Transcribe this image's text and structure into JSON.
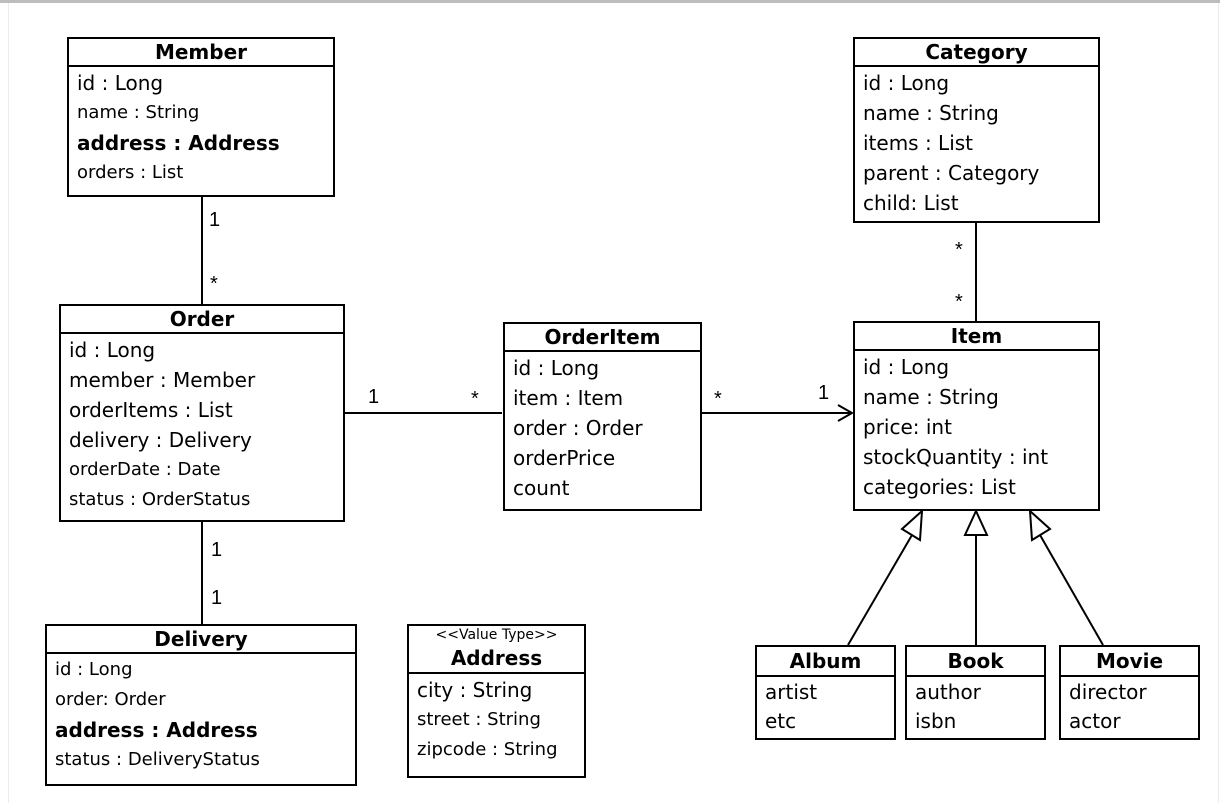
{
  "classes": {
    "member": {
      "name": "Member",
      "attributes": [
        "id : Long",
        "name : String",
        "address : Address",
        "orders : List"
      ]
    },
    "order": {
      "name": "Order",
      "attributes": [
        "id : Long",
        "member : Member",
        "orderItems : List",
        "delivery : Delivery",
        "orderDate : Date",
        "status : OrderStatus"
      ]
    },
    "delivery": {
      "name": "Delivery",
      "attributes": [
        "id : Long",
        "order: Order",
        "address : Address",
        "status : DeliveryStatus"
      ]
    },
    "address": {
      "stereotype": "<<Value Type>>",
      "name": "Address",
      "attributes": [
        "city : String",
        "street : String",
        "zipcode : String"
      ]
    },
    "order_item": {
      "name": "OrderItem",
      "attributes": [
        "id : Long",
        "item : Item",
        "order : Order",
        "orderPrice",
        "count"
      ]
    },
    "category": {
      "name": "Category",
      "attributes": [
        "id : Long",
        "name : String",
        "items : List",
        "parent : Category",
        "child: List"
      ]
    },
    "item": {
      "name": "Item",
      "attributes": [
        "id : Long",
        "name : String",
        "price: int",
        "stockQuantity : int",
        "categories: List"
      ]
    },
    "album": {
      "name": "Album",
      "attributes": [
        "artist",
        "etc"
      ]
    },
    "book": {
      "name": "Book",
      "attributes": [
        "author",
        "isbn"
      ]
    },
    "movie": {
      "name": "Movie",
      "attributes": [
        "director",
        "actor"
      ]
    }
  },
  "associations": {
    "member_order": {
      "member_end": "1",
      "order_end": "*"
    },
    "order_orderitem": {
      "order_end": "1",
      "orderitem_end": "*"
    },
    "orderitem_item": {
      "orderitem_end": "*",
      "item_end": "1"
    },
    "order_delivery": {
      "order_end": "1",
      "delivery_end": "1"
    },
    "category_item": {
      "category_end": "*",
      "item_end": "*"
    }
  }
}
